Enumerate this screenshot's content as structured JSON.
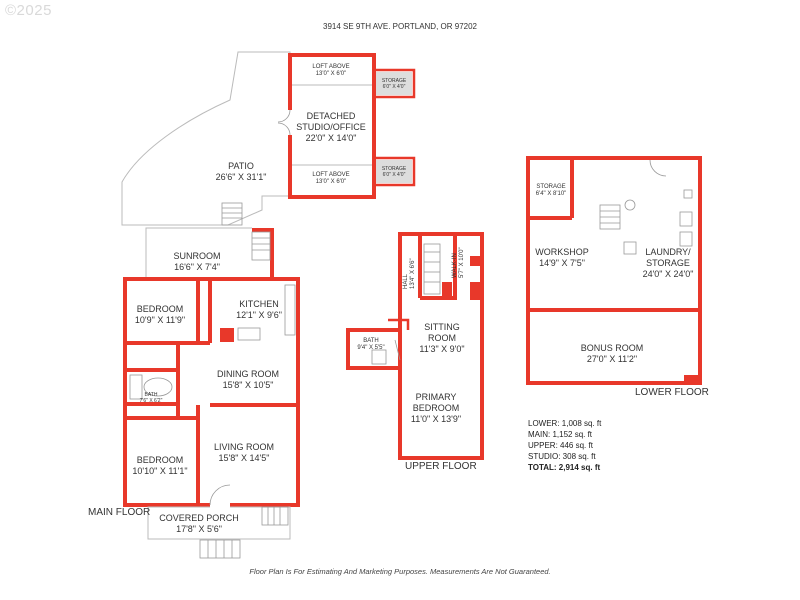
{
  "watermark": "©2025",
  "header": {
    "address": "3914 SE 9TH AVE. PORTLAND, OR 97202"
  },
  "disclaimer": "Floor Plan Is For Estimating And Marketing Purposes. Measurements Are Not Guaranteed.",
  "floors": {
    "main": "MAIN FLOOR",
    "upper": "UPPER FLOOR",
    "lower": "LOWER FLOOR"
  },
  "rooms": {
    "patio": {
      "name": "PATIO",
      "dims": "26'6\" X 31'1\""
    },
    "studio": {
      "name": "DETACHED STUDIO/OFFICE",
      "dims": "22'0\" X 14'0\""
    },
    "loft_top": {
      "name": "LOFT ABOVE",
      "dims": "13'0\" X 6'0\""
    },
    "loft_bottom": {
      "name": "LOFT ABOVE",
      "dims": "13'0\" X 6'0\""
    },
    "storage_studio_top": {
      "name": "STORAGE",
      "dims": "6'0\" X 4'0\""
    },
    "storage_studio_bottom": {
      "name": "STORAGE",
      "dims": "6'0\" X 4'0\""
    },
    "sunroom": {
      "name": "SUNROOM",
      "dims": "16'6\" X 7'4\""
    },
    "bedroom1": {
      "name": "BEDROOM",
      "dims": "10'9\" X 11'9\""
    },
    "kitchen": {
      "name": "KITCHEN",
      "dims": "12'1\" X 9'6\""
    },
    "dining": {
      "name": "DINING ROOM",
      "dims": "15'8\" X 10'5\""
    },
    "bath_main": {
      "name": "BATH",
      "dims": "7'6\" X 6'2\""
    },
    "bedroom2": {
      "name": "BEDROOM",
      "dims": "10'10\" X 11'1\""
    },
    "living": {
      "name": "LIVING ROOM",
      "dims": "15'8\" X 14'5\""
    },
    "porch": {
      "name": "COVERED PORCH",
      "dims": "17'8\" X 5'6\""
    },
    "hall": {
      "name": "HALL",
      "dims": "13'4\" X 6'6\""
    },
    "walkin": {
      "name": "WALK-IN",
      "dims": "5'7\" X 10'0\""
    },
    "sitting": {
      "name": "SITTING ROOM",
      "dims": "11'3\" X 9'0\""
    },
    "bath_upper": {
      "name": "BATH",
      "dims": "9'4\" X 5'5\""
    },
    "primary": {
      "name": "PRIMARY BEDROOM",
      "dims": "11'0\" X 13'9\""
    },
    "storage_lower": {
      "name": "STORAGE",
      "dims": "6'4\" X 8'10\""
    },
    "workshop": {
      "name": "WORKSHOP",
      "dims": "14'9\" X 7'5\""
    },
    "laundry": {
      "name": "LAUNDRY/ STORAGE",
      "dims": "24'0\" X 24'0\""
    },
    "bonus": {
      "name": "BONUS ROOM",
      "dims": "27'0\" X 11'2\""
    }
  },
  "totals": {
    "lower": "LOWER: 1,008 sq. ft",
    "main": "MAIN: 1,152 sq. ft",
    "upper": "UPPER: 446 sq. ft",
    "studio": "STUDIO: 308 sq. ft",
    "total": "TOTAL: 2,914 sq. ft"
  },
  "colors": {
    "wall": "#e8382a",
    "outline": "#bbbbbb",
    "text": "#333333"
  }
}
